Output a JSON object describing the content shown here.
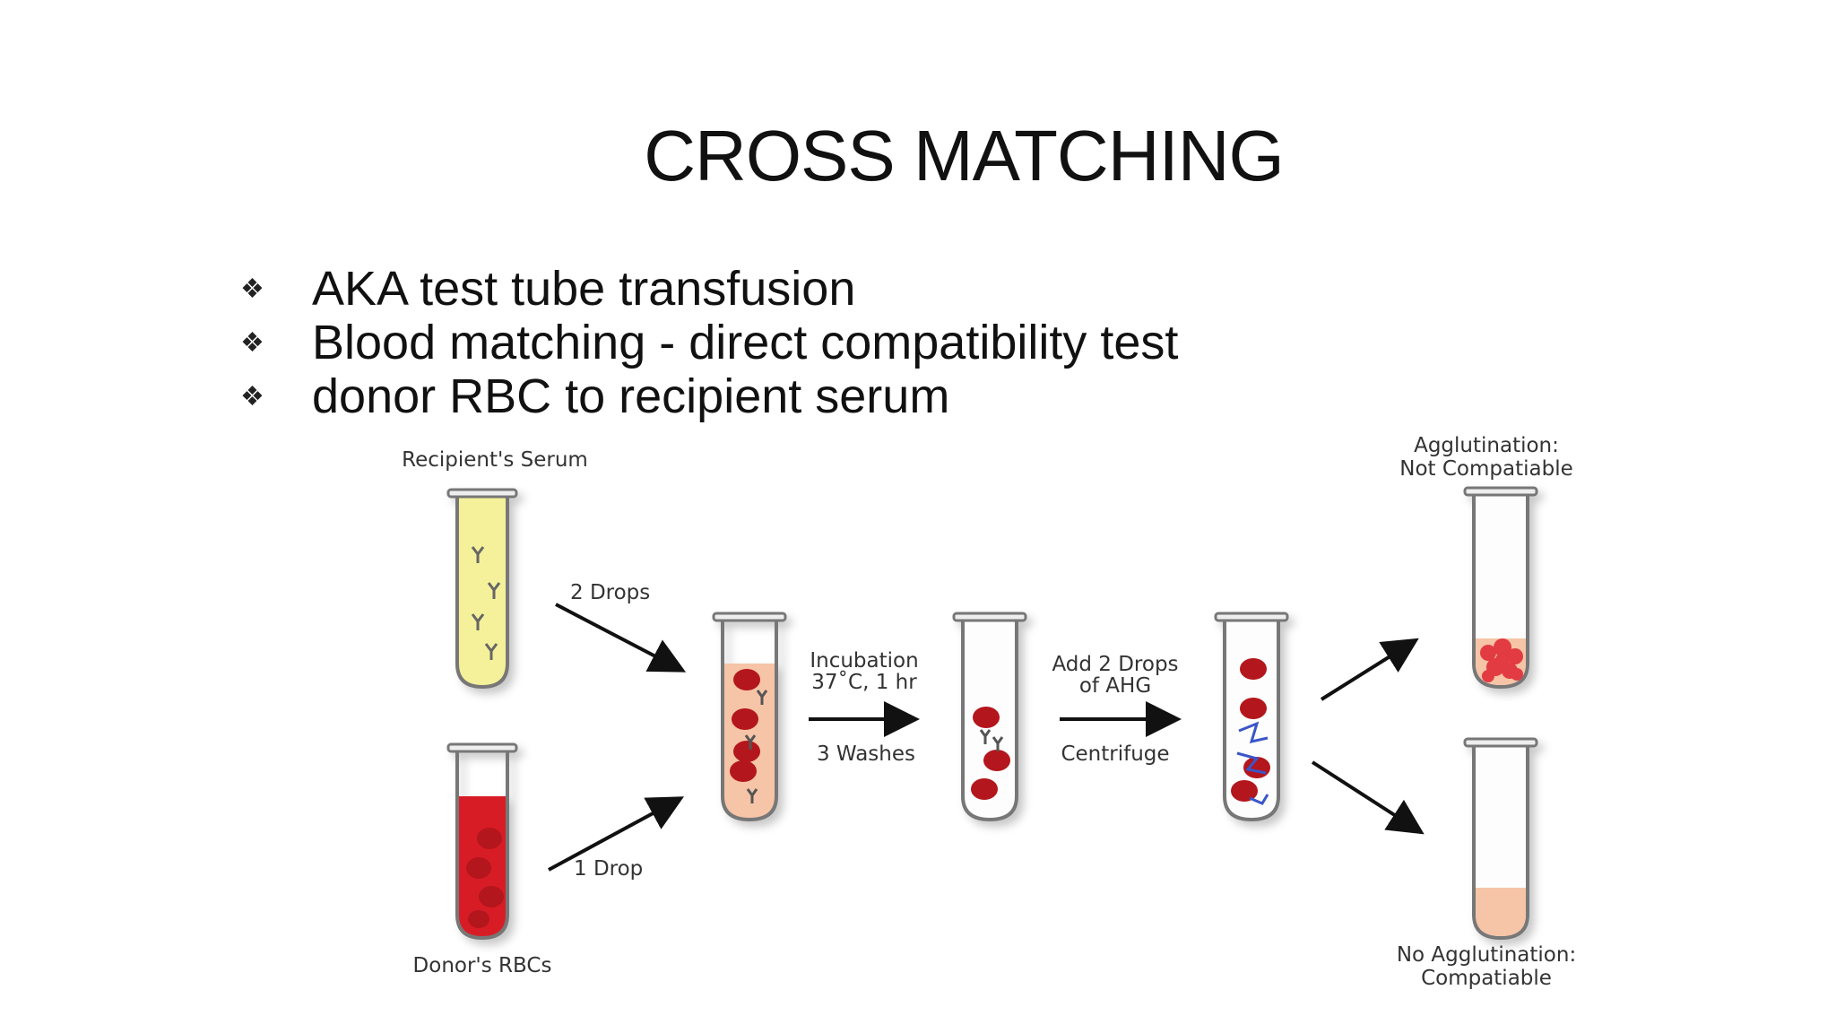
{
  "slide": {
    "title": "CROSS MATCHING",
    "bullet_glyph": "❖",
    "bullets": [
      "AKA test tube transfusion",
      "Blood matching - direct compatibility test",
      "donor RBC to  recipient serum"
    ]
  },
  "diagram": {
    "recipient_label": "Recipient's Serum",
    "donor_label": "Donor's RBCs",
    "two_drops": "2 Drops",
    "one_drop": "1 Drop",
    "incubation_line1": "Incubation",
    "incubation_line2": "37˚C, 1 hr",
    "washes": "3 Washes",
    "ahg_line1": "Add 2 Drops",
    "ahg_line2": "of AHG",
    "centrifuge": "Centrifuge",
    "agglutination_line1": "Agglutination:",
    "agglutination_line2": "Not Compatiable",
    "no_agglutination_line1": "No Agglutination:",
    "no_agglutination_line2": "Compatiable"
  },
  "colors": {
    "serum": "#f4f19a",
    "rbc_fluid": "#d81f26",
    "rbc_cell": "#b3141b",
    "mix_fluid": "#f6c4a6",
    "pellet": "#e23a43",
    "ahg_link": "#3a55c8",
    "arrow": "#111111"
  }
}
